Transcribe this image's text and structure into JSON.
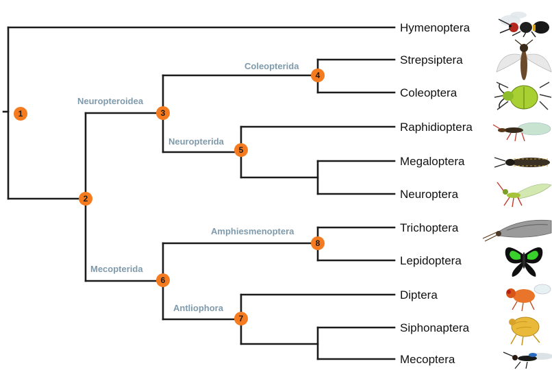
{
  "colors": {
    "branch": "#1b1b1b",
    "node_fill": "#f47b20",
    "clade_label": "#7f9aab",
    "taxon_label": "#111111"
  },
  "taxa": [
    {
      "name": "Hymenoptera",
      "icon": "wasp-icon"
    },
    {
      "name": "Strepsiptera",
      "icon": "twisted-wing-insect-icon"
    },
    {
      "name": "Coleoptera",
      "icon": "beetle-icon"
    },
    {
      "name": "Raphidioptera",
      "icon": "snakefly-icon"
    },
    {
      "name": "Megaloptera",
      "icon": "dobsonfly-icon"
    },
    {
      "name": "Neuroptera",
      "icon": "lacewing-icon"
    },
    {
      "name": "Trichoptera",
      "icon": "caddisfly-icon"
    },
    {
      "name": "Lepidoptera",
      "icon": "butterfly-icon"
    },
    {
      "name": "Diptera",
      "icon": "fly-icon"
    },
    {
      "name": "Siphonaptera",
      "icon": "flea-icon"
    },
    {
      "name": "Mecoptera",
      "icon": "scorpionfly-icon"
    }
  ],
  "nodes": [
    {
      "id": "1",
      "label": "1"
    },
    {
      "id": "2",
      "label": "2"
    },
    {
      "id": "3",
      "label": "3"
    },
    {
      "id": "4",
      "label": "4"
    },
    {
      "id": "5",
      "label": "5"
    },
    {
      "id": "6",
      "label": "6"
    },
    {
      "id": "7",
      "label": "7"
    },
    {
      "id": "8",
      "label": "8"
    }
  ],
  "clades": [
    {
      "node": "3",
      "name": "Neuropteroidea"
    },
    {
      "node": "4",
      "name": "Coleopterida"
    },
    {
      "node": "5",
      "name": "Neuropterida"
    },
    {
      "node": "6",
      "name": "Mecopterida"
    },
    {
      "node": "7",
      "name": "Antliophora"
    },
    {
      "node": "8",
      "name": "Amphiesmenoptera"
    }
  ]
}
